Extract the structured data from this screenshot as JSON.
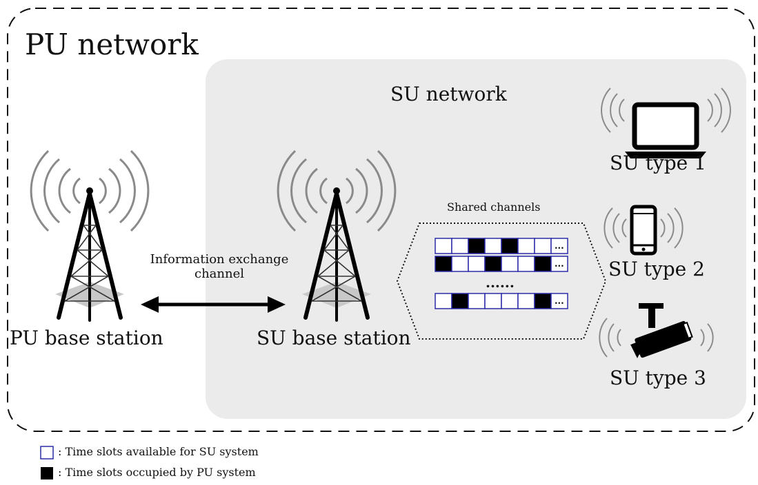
{
  "pu_network": {
    "title": "PU network"
  },
  "su_network": {
    "title": "SU network"
  },
  "pu_base_station": {
    "label": "PU base station"
  },
  "su_base_station": {
    "label": "SU base station"
  },
  "info_channel": {
    "label": "Information exchange channel"
  },
  "shared_channels": {
    "label": "Shared channels",
    "rows": [
      [
        0,
        0,
        1,
        0,
        1,
        0,
        0,
        0
      ],
      [
        1,
        0,
        0,
        1,
        0,
        0,
        1,
        0
      ],
      [
        0,
        1,
        0,
        0,
        0,
        0,
        1,
        0
      ]
    ],
    "ellipsis": "...",
    "row_dots": "......"
  },
  "su_devices": [
    {
      "label": "SU type 1",
      "icon": "laptop-icon"
    },
    {
      "label": "SU type 2",
      "icon": "smartphone-icon"
    },
    {
      "label": "SU type 3",
      "icon": "security-camera-icon"
    }
  ],
  "legend": {
    "available": ": Time slots available for SU system",
    "occupied": ": Time slots occupied by PU system"
  },
  "colors": {
    "su_area": "#ebebeb",
    "slot_border": "#2a2aa8",
    "occupied": "#000000",
    "waves": "#8a8a8a"
  }
}
